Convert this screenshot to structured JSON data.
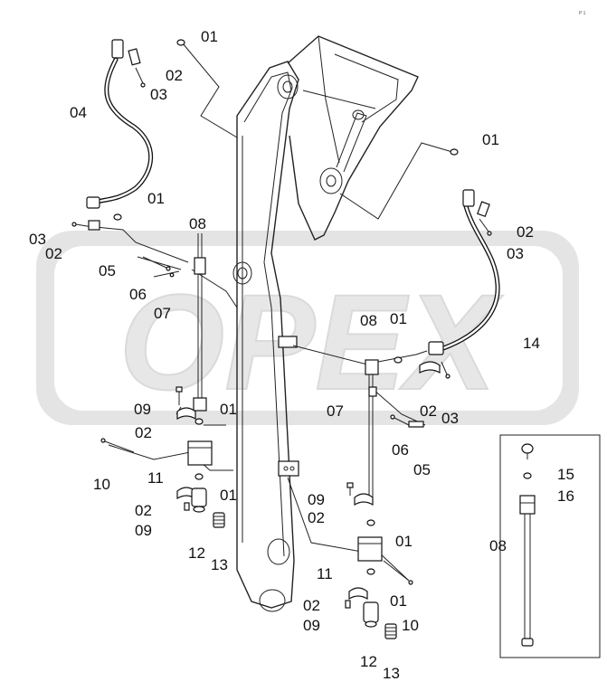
{
  "watermark": {
    "text": "OPEX"
  },
  "corner_mark": "P 1",
  "inset": {
    "part_label": "08",
    "sub_labels": [
      "15",
      "16"
    ]
  },
  "callouts": {
    "c01a": "01",
    "c02a": "02",
    "c03a": "03",
    "c04": "04",
    "c01b": "01",
    "c03b": "03",
    "c02b": "02",
    "c08a": "08",
    "c05a": "05",
    "c06a": "06",
    "c07a": "07",
    "c09a": "09",
    "c02c": "02",
    "c01c": "01",
    "c10a": "10",
    "c11a": "11",
    "c01d": "01",
    "c02d": "02",
    "c09b": "09",
    "c12a": "12",
    "c13a": "13",
    "c01e": "01",
    "c02e": "02",
    "c03c": "03",
    "c08b": "08",
    "c01f": "01",
    "c14": "14",
    "c07b": "07",
    "c02f": "02",
    "c03d": "03",
    "c06b": "06",
    "c05b": "05",
    "c09c": "09",
    "c02g": "02",
    "c01g": "01",
    "c11b": "11",
    "c01h": "01",
    "c02h": "02",
    "c09d": "09",
    "c10b": "10",
    "c12b": "12",
    "c13b": "13"
  }
}
